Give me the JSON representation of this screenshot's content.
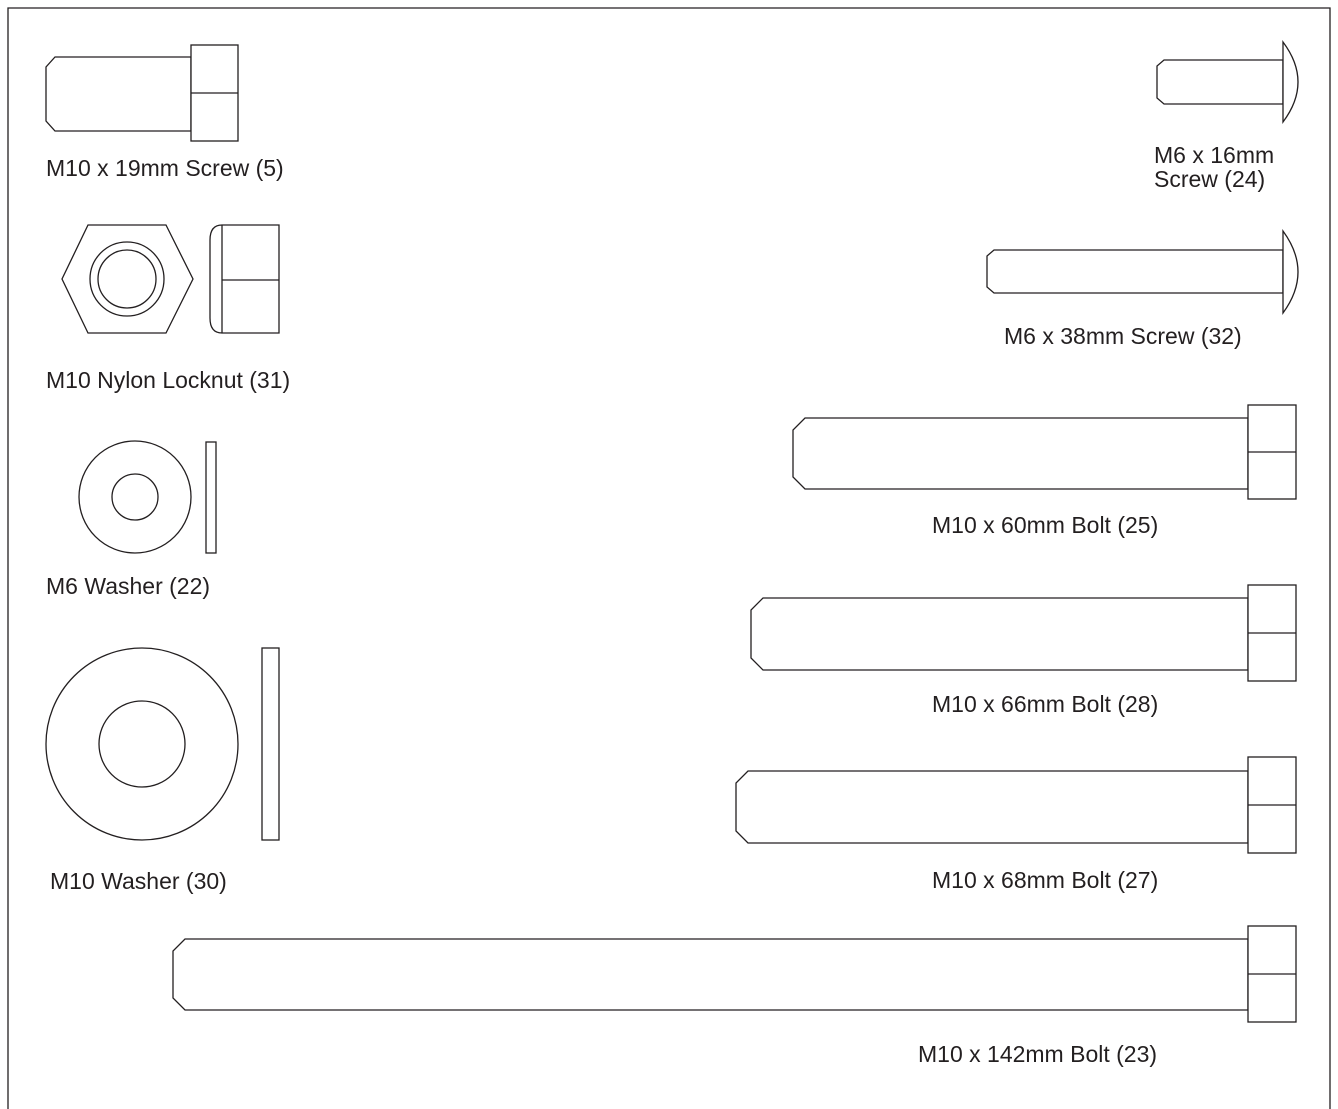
{
  "hardware": {
    "screw_m10_19": {
      "label": "M10 x 19mm Screw (5)"
    },
    "screw_m6_16": {
      "label_line1": "M6 x 16mm",
      "label_line2": "Screw (24)"
    },
    "locknut_m10": {
      "label": "M10 Nylon Locknut (31)"
    },
    "screw_m6_38": {
      "label": "M6 x 38mm Screw (32)"
    },
    "washer_m6": {
      "label": "M6 Washer (22)"
    },
    "bolt_m10_60": {
      "label": "M10 x 60mm Bolt (25)"
    },
    "washer_m10": {
      "label": "M10 Washer (30)"
    },
    "bolt_m10_66": {
      "label": "M10 x 66mm Bolt (28)"
    },
    "bolt_m10_68": {
      "label": "M10 x 68mm Bolt (27)"
    },
    "bolt_m10_142": {
      "label": "M10 x 142mm Bolt (23)"
    }
  },
  "colors": {
    "line": "#231f20",
    "background": "#ffffff"
  }
}
